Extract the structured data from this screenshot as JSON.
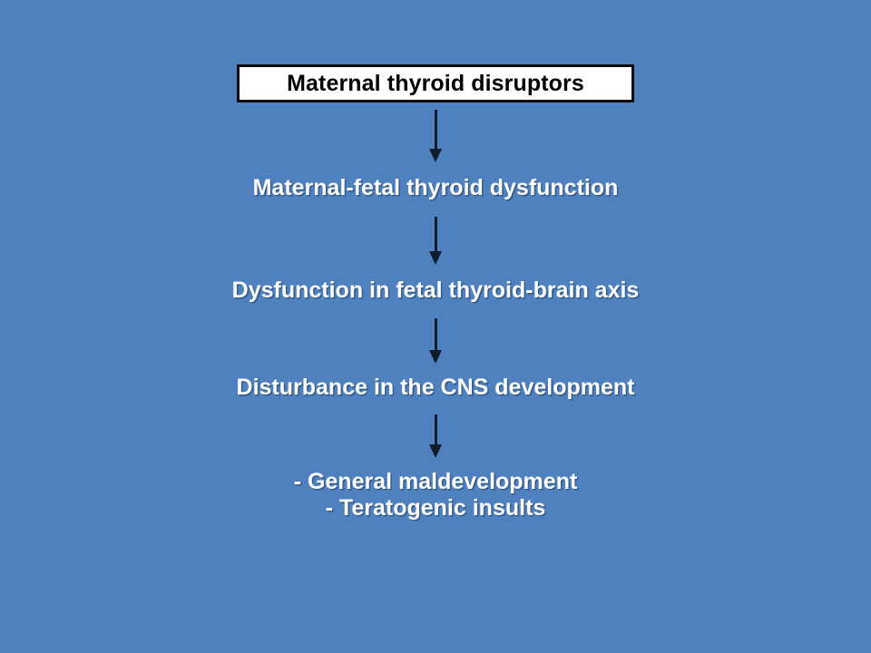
{
  "slide": {
    "background_color": "#4e81bd",
    "title_box": {
      "label": "Maternal thyroid disruptors",
      "text_color": "#000000",
      "fill_color": "#ffffff",
      "border_color": "#0d0d0d"
    },
    "steps": [
      {
        "label": "Maternal-fetal thyroid dysfunction",
        "text_color": "#ffffff"
      },
      {
        "label": "Dysfunction in fetal thyroid-brain axis",
        "text_color": "#ffffff"
      },
      {
        "label": "Disturbance in the CNS development",
        "text_color": "#ffffff"
      }
    ],
    "outcome": {
      "line1": "- General maldevelopment",
      "line2": "- Teratogenic insults",
      "text_color": "#ffffff"
    },
    "connectors": [
      {
        "name": "arrow-down-1",
        "color": "#0e1b2e"
      },
      {
        "name": "arrow-down-2",
        "color": "#0e1b2e"
      },
      {
        "name": "arrow-down-3",
        "color": "#0e1b2e"
      },
      {
        "name": "arrow-down-4",
        "color": "#0e1b2e"
      }
    ]
  }
}
